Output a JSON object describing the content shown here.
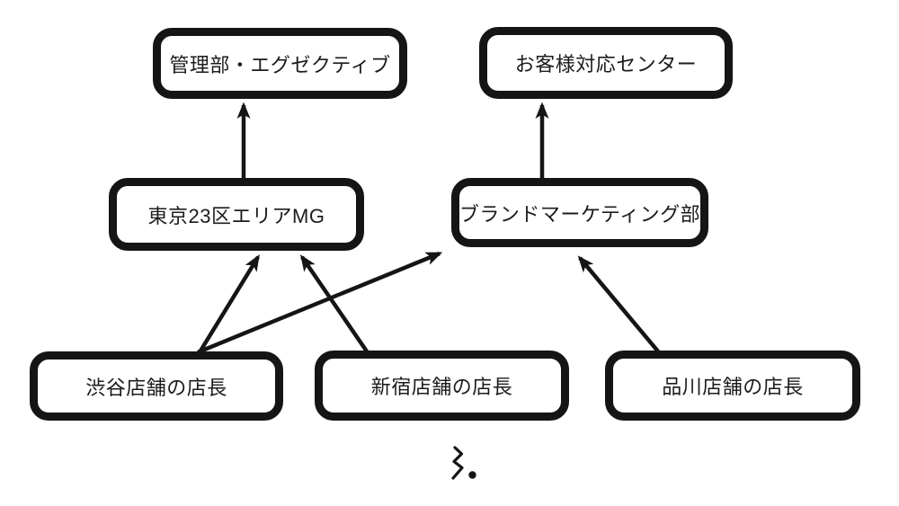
{
  "diagram": {
    "type": "org-flowchart",
    "direction": "bottom-up",
    "nodes": [
      {
        "id": "management-executive",
        "label": "管理部・エグゼクティブ",
        "row": "top"
      },
      {
        "id": "customer-support-center",
        "label": "お客様対応センター",
        "row": "top"
      },
      {
        "id": "tokyo-23-area-mg",
        "label": "東京23区エリアMG",
        "row": "middle"
      },
      {
        "id": "brand-marketing-dept",
        "label": "ブランドマーケティング部",
        "row": "middle"
      },
      {
        "id": "shibuya-store-manager",
        "label": "渋谷店舗の店長",
        "row": "bottom"
      },
      {
        "id": "shinjuku-store-manager",
        "label": "新宿店舗の店長",
        "row": "bottom"
      },
      {
        "id": "shinagawa-store-manager",
        "label": "品川店舗の店長",
        "row": "bottom"
      }
    ],
    "edges": [
      {
        "from": "tokyo-23-area-mg",
        "to": "management-executive"
      },
      {
        "from": "brand-marketing-dept",
        "to": "customer-support-center"
      },
      {
        "from": "shibuya-store-manager",
        "to": "tokyo-23-area-mg"
      },
      {
        "from": "shibuya-store-manager",
        "to": "brand-marketing-dept"
      },
      {
        "from": "shinjuku-store-manager",
        "to": "tokyo-23-area-mg"
      },
      {
        "from": "shinagawa-store-manager",
        "to": "brand-marketing-dept"
      }
    ],
    "style": {
      "stroke_color": "#151515",
      "node_fill": "#ffffff",
      "text_color": "#1c1c1c",
      "background": "#ffffff"
    },
    "annotation": {
      "mark": "handwritten squiggle with dot"
    }
  }
}
